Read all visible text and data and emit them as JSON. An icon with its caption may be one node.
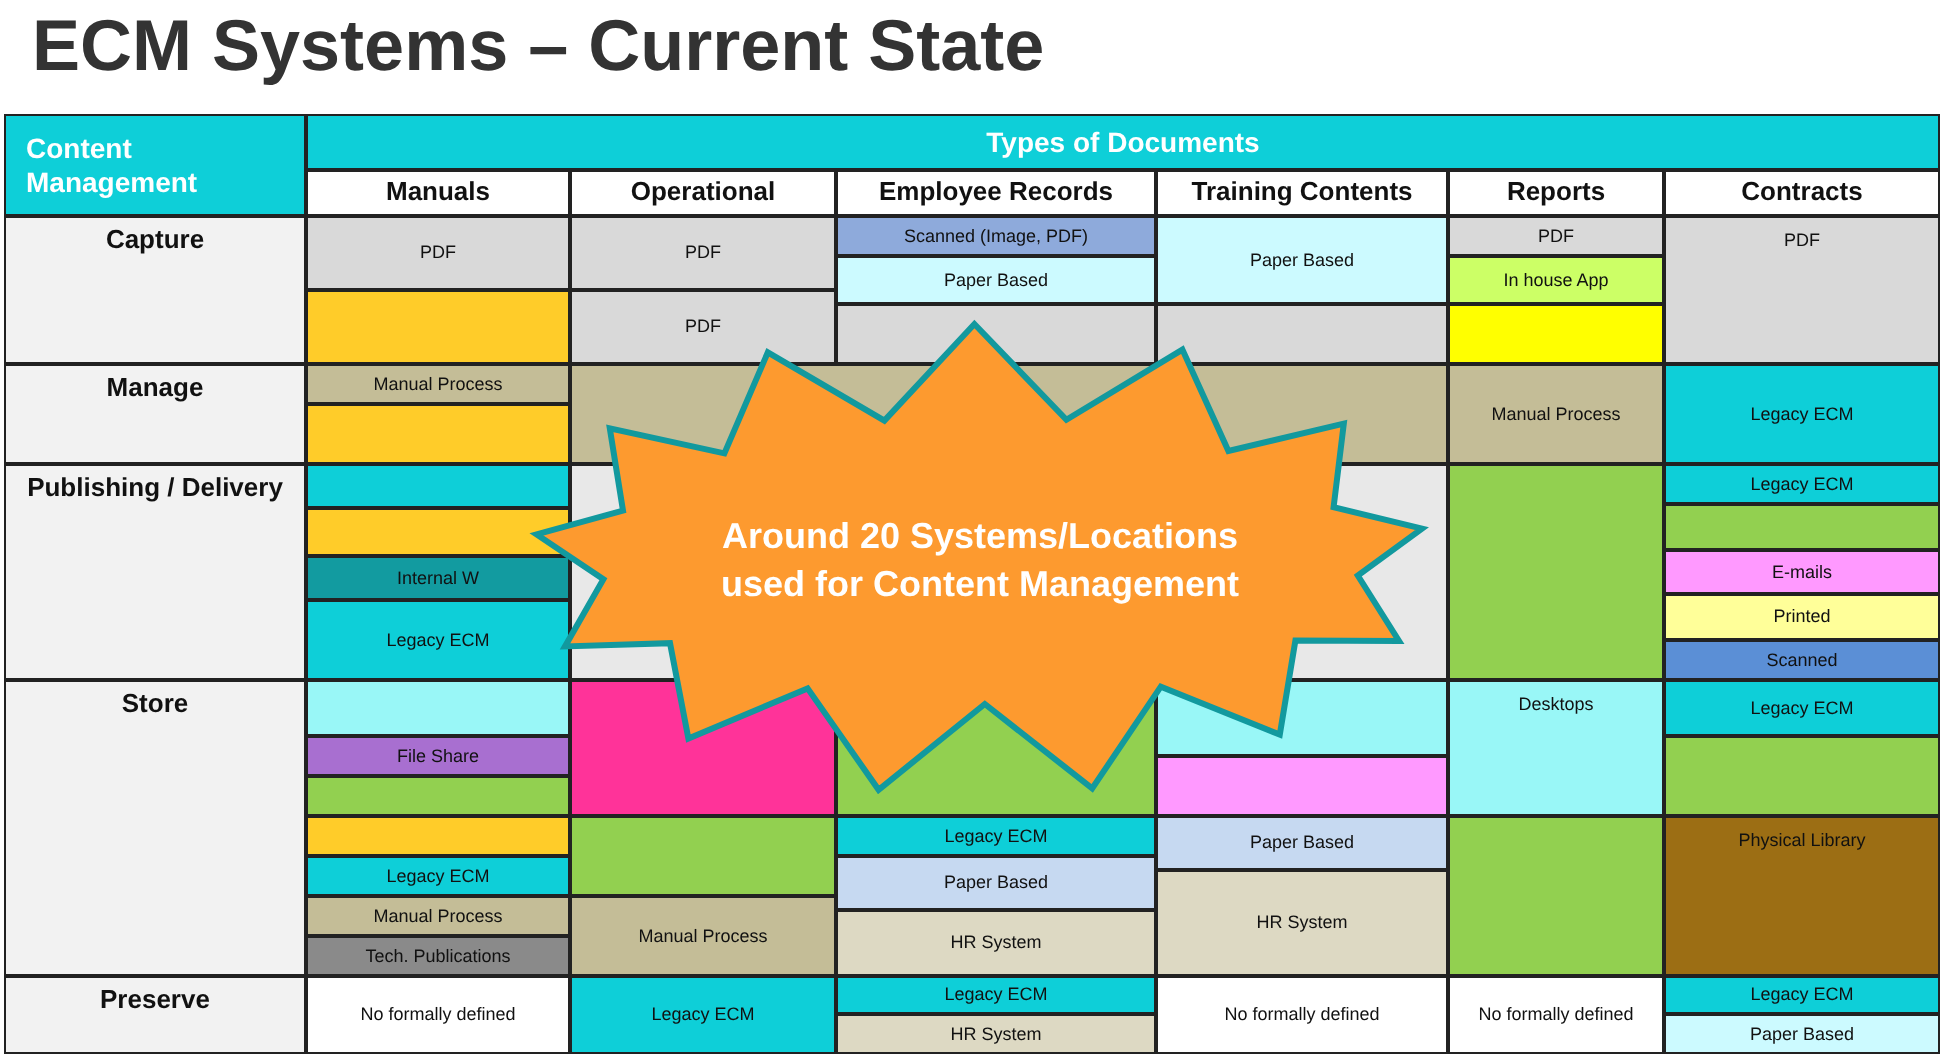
{
  "diagram": {
    "title": "ECM Systems – Current State",
    "nodes": [
      {
        "text": [
          "Around 20 Systems/Locations used for Content Management"
        ]
      }
    ],
    "labels": [
      "Content Management",
      "Types of Documents",
      "Manuals",
      "Operational",
      "Employee Records",
      "Training Contents",
      "Reports",
      "Contracts",
      "Capture",
      "PDF",
      "PDF",
      "Scanned (Image, PDF)",
      "Paper Based",
      "Paper Based",
      "PDF",
      "PDF",
      "In house App",
      "PDF",
      "Manage",
      "Manual Process",
      "Manual Process",
      "Legacy ECM",
      "Publishing / Delivery",
      "Legacy ECM",
      "Internal W",
      "E-mails",
      "Printed",
      "Legacy ECM",
      "Scanned",
      "Store",
      "Desktops",
      "Legacy ECM",
      "File Share",
      "Legacy ECM",
      "Paper Based",
      "Physical Library",
      "Legacy ECM",
      "Paper Based",
      "HR System",
      "Manual Process",
      "Manual Process",
      "HR System",
      "Tech. Publications",
      "Preserve",
      "No formally defined",
      "Legacy ECM",
      "Legacy ECM",
      "No formally defined",
      "No formally defined",
      "Legacy ECM",
      "HR System",
      "Paper Based"
    ]
  }
}
